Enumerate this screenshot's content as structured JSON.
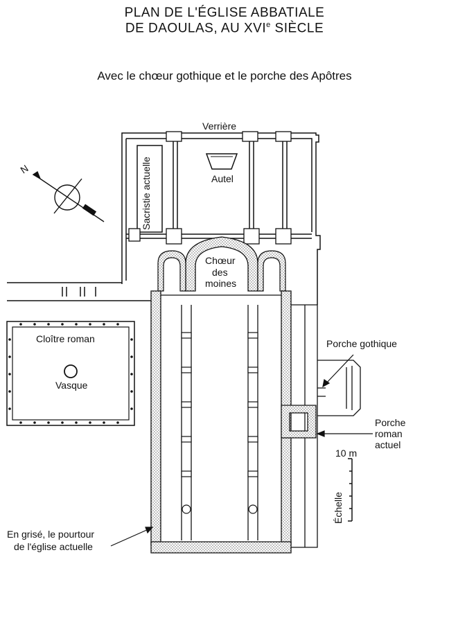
{
  "header": {
    "title_line1": "PLAN DE L'ÉGLISE ABBATIALE",
    "title_line2_main": "DE DAOULAS, AU XVI",
    "title_line2_sup": "e",
    "title_line2_end": " SIÈCLE",
    "subtitle": "Avec le chœur gothique et le porche des Apôtres"
  },
  "labels": {
    "verriere": "Verrière",
    "autel": "Autel",
    "sacristie": "Sacristie actuelle",
    "choeur_line1": "Chœur",
    "choeur_line2": "des",
    "choeur_line3": "moines",
    "cloitre": "Cloître roman",
    "vasque": "Vasque",
    "porche_gothique": "Porche gothique",
    "porche_roman_line1": "Porche",
    "porche_roman_line2": "roman",
    "porche_roman_line3": "actuel",
    "scale_value": "10 m",
    "scale_label": "Échelle",
    "legend_line1": "En grisé, le pourtour",
    "legend_line2": "de l'église actuelle",
    "compass_n": "N"
  },
  "colors": {
    "ink": "#111111",
    "hatch": "#9a9a9a",
    "paper": "#ffffff"
  }
}
